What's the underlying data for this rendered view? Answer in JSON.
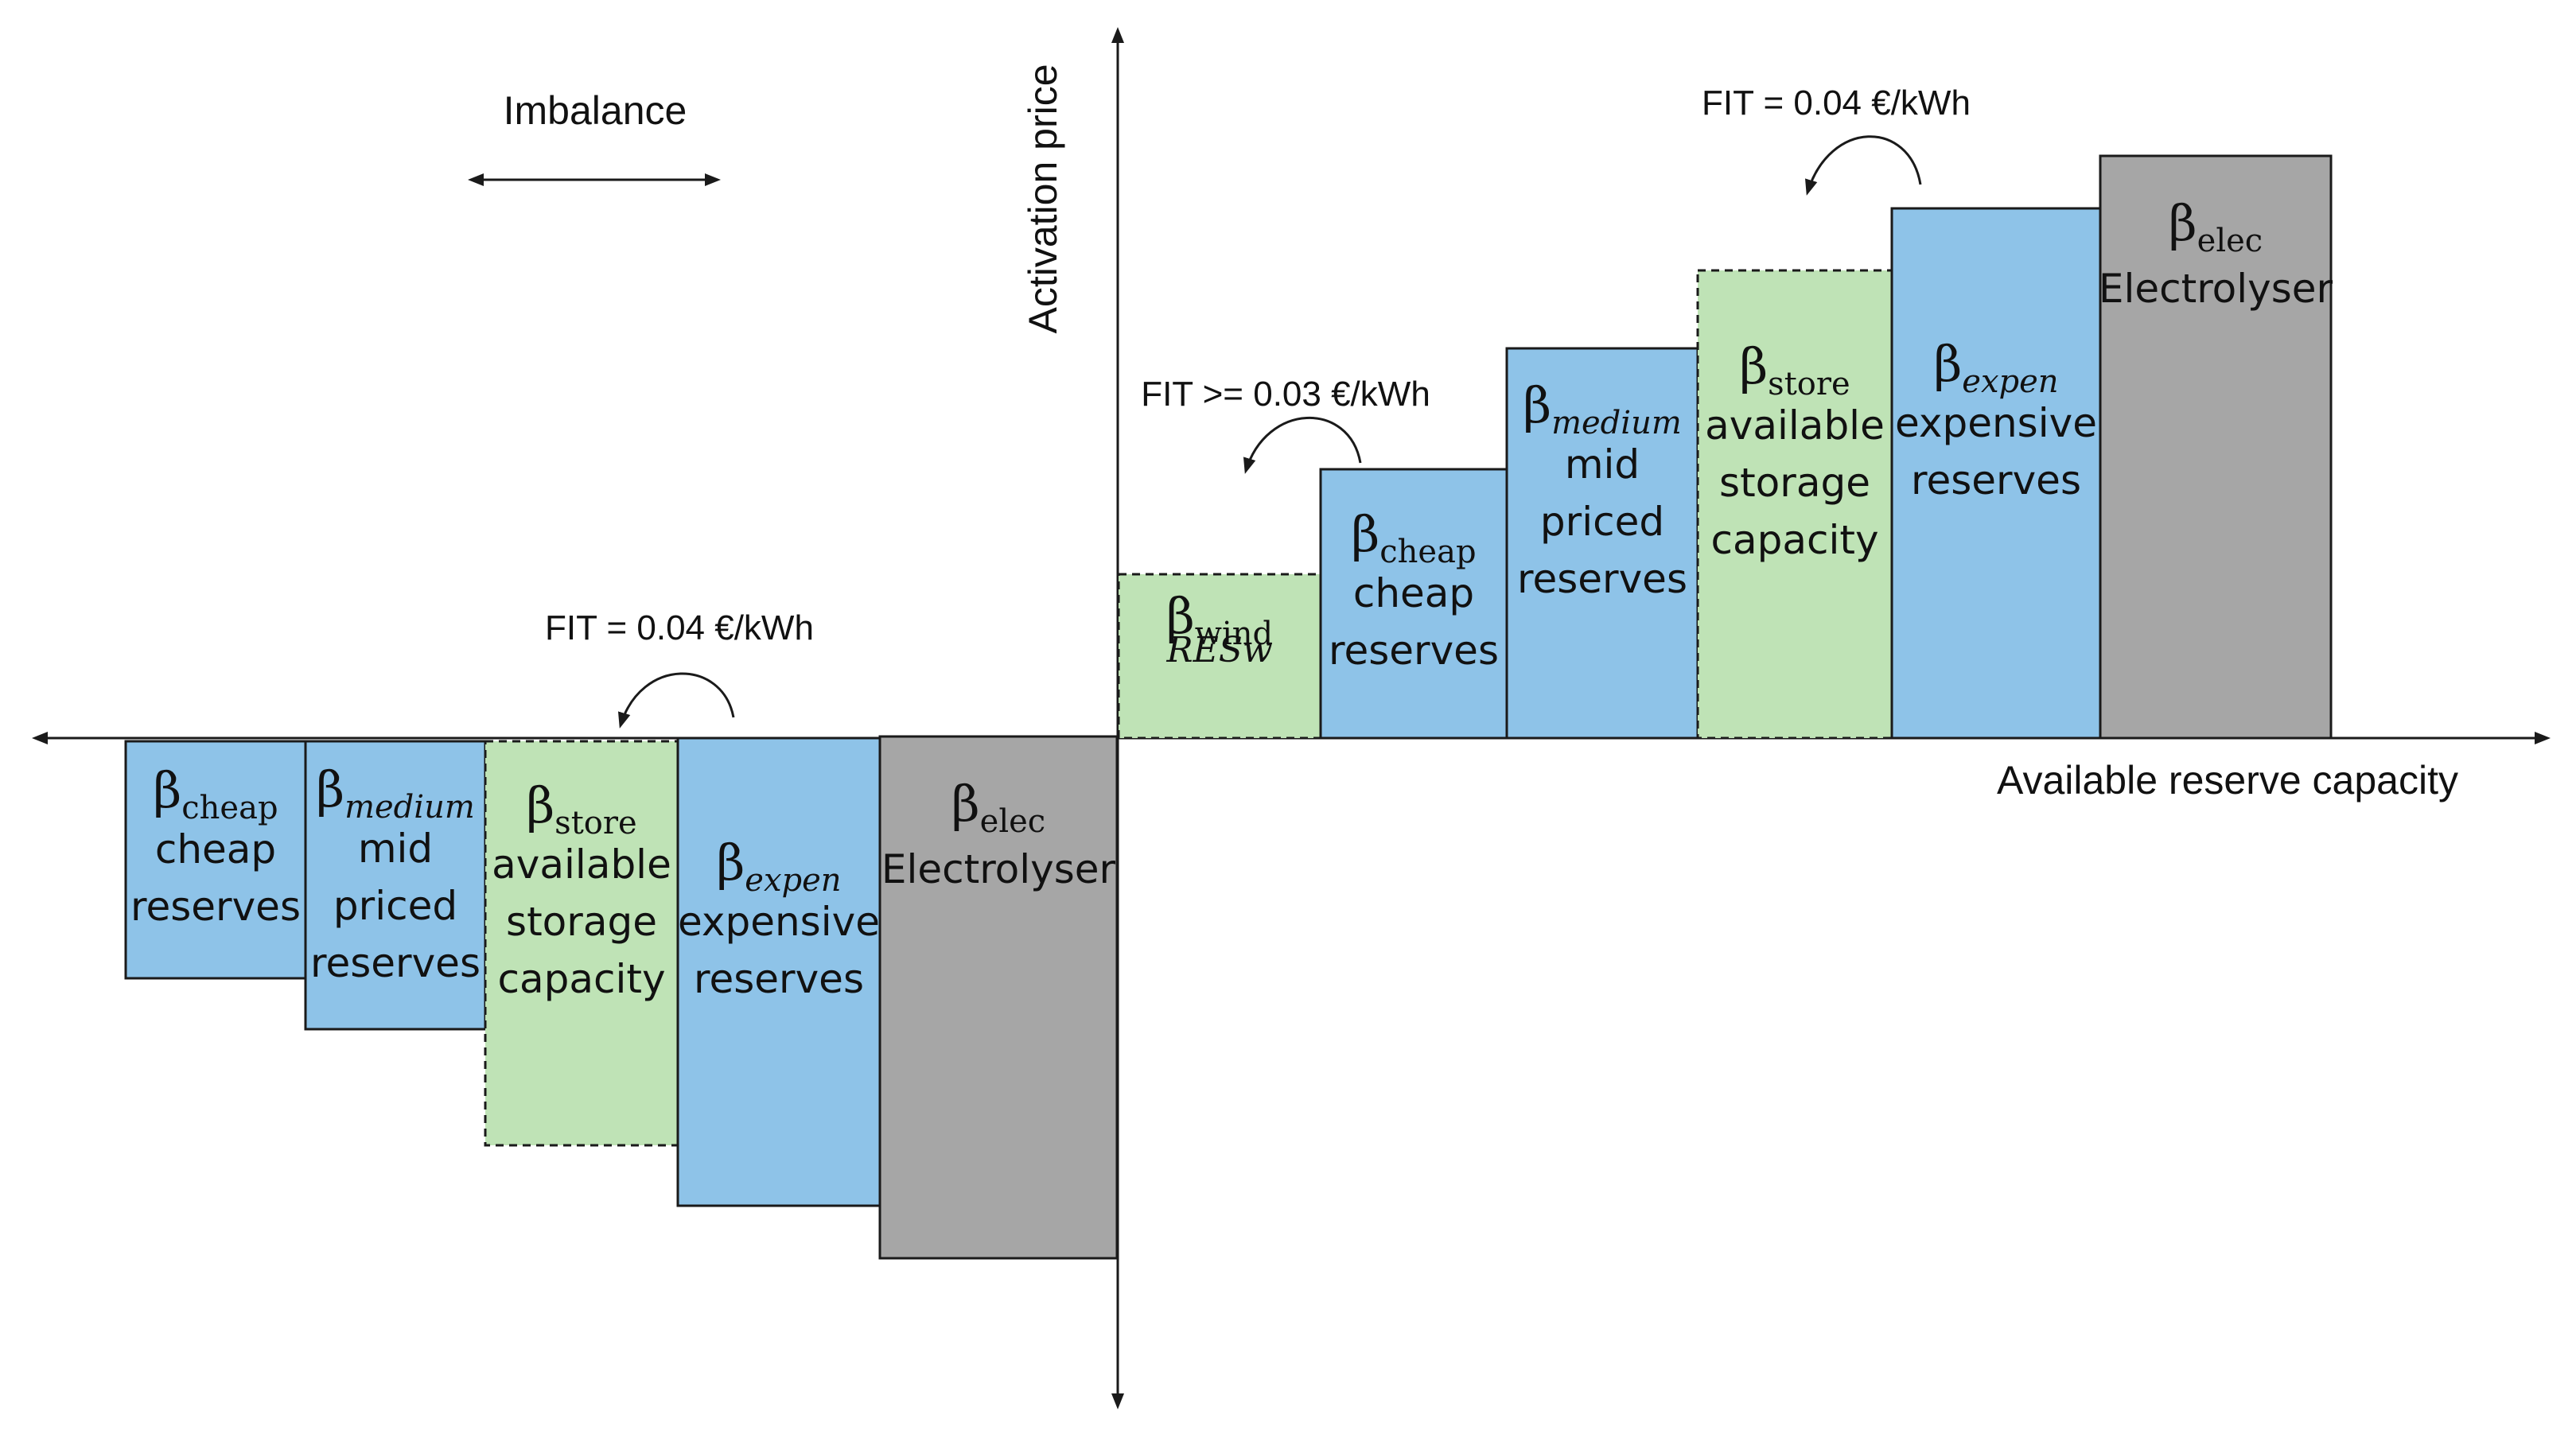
{
  "diagram": {
    "imbalance_label": "Imbalance",
    "y_axis_label": "Activation price",
    "x_axis_label": "Available reserve capacity",
    "colors": {
      "blue": "#8ec3e8",
      "green": "#bfe3b6",
      "gray": "#a6a6a6",
      "line": "#1a1a1a"
    },
    "annotations": {
      "fit_top": "FIT = 0.04 €/kWh",
      "fit_mid": "FIT >= 0.03 €/kWh",
      "fit_left": "FIT = 0.04 €/kWh"
    },
    "right_blocks": [
      {
        "greek": "β",
        "sub": "wind",
        "sub_italic": false,
        "lines": [
          "RESw"
        ],
        "lines_italic": true
      },
      {
        "greek": "β",
        "sub": "cheap",
        "sub_italic": false,
        "lines": [
          "cheap",
          "reserves"
        ]
      },
      {
        "greek": "β",
        "sub": "medium",
        "sub_italic": true,
        "lines": [
          "mid",
          "priced",
          "reserves"
        ]
      },
      {
        "greek": "β",
        "sub": "store",
        "sub_italic": false,
        "lines": [
          "available",
          "storage",
          "capacity"
        ]
      },
      {
        "greek": "β",
        "sub": "expen",
        "sub_italic": true,
        "lines": [
          "expensive",
          "reserves"
        ]
      },
      {
        "greek": "β",
        "sub": "elec",
        "sub_italic": false,
        "lines": [
          "Electrolyser"
        ]
      }
    ],
    "left_blocks": [
      {
        "greek": "β",
        "sub": "cheap",
        "sub_italic": false,
        "lines": [
          "cheap",
          "reserves"
        ]
      },
      {
        "greek": "β",
        "sub": "medium",
        "sub_italic": true,
        "lines": [
          "mid",
          "priced",
          "reserves"
        ]
      },
      {
        "greek": "β",
        "sub": "store",
        "sub_italic": false,
        "lines": [
          "available",
          "storage",
          "capacity"
        ]
      },
      {
        "greek": "β",
        "sub": "expen",
        "sub_italic": true,
        "lines": [
          "expensive",
          "reserves"
        ]
      },
      {
        "greek": "β",
        "sub": "elec",
        "sub_italic": false,
        "lines": [
          "Electrolyser"
        ]
      }
    ]
  }
}
